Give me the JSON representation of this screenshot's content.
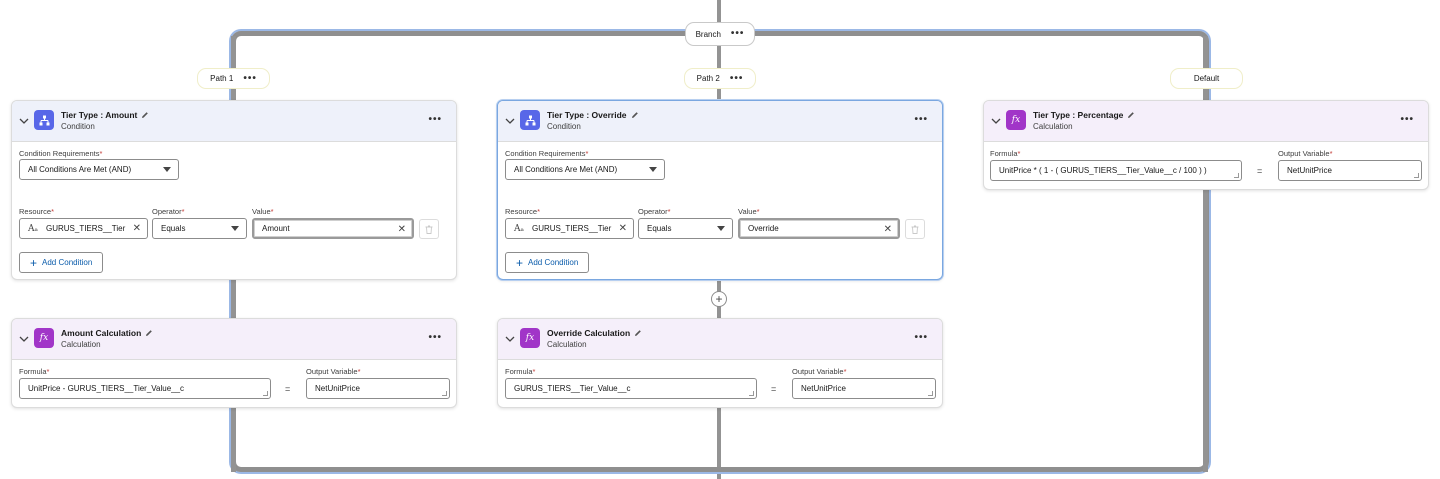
{
  "branch": {
    "label": "Branch",
    "more": "•••"
  },
  "paths": [
    {
      "label": "Path 1",
      "more": "•••"
    },
    {
      "label": "Path 2",
      "more": "•••"
    },
    {
      "label": "Default"
    }
  ],
  "nodes": {
    "amount_condition": {
      "title": "Tier Type : Amount",
      "type": "Condition",
      "requirements_label": "Condition Requirements",
      "requirements_value": "All Conditions Are Met (AND)",
      "resource_label": "Resource",
      "resource_value": "GURUS_TIERS__Tier",
      "operator_label": "Operator",
      "operator_value": "Equals",
      "value_label": "Value",
      "value_value": "Amount",
      "add_condition": "Add Condition"
    },
    "override_condition": {
      "title": "Tier Type : Override",
      "type": "Condition",
      "requirements_label": "Condition Requirements",
      "requirements_value": "All Conditions Are Met (AND)",
      "resource_label": "Resource",
      "resource_value": "GURUS_TIERS__Tier",
      "operator_label": "Operator",
      "operator_value": "Equals",
      "value_label": "Value",
      "value_value": "Override",
      "add_condition": "Add Condition"
    },
    "percentage_calc": {
      "title": "Tier Type : Percentage",
      "type": "Calculation",
      "formula_label": "Formula",
      "formula_value": "UnitPrice * ( 1 - ( GURUS_TIERS__Tier_Value__c / 100 ) )",
      "output_label": "Output Variable",
      "output_value": "NetUnitPrice"
    },
    "amount_calc": {
      "title": "Amount Calculation",
      "type": "Calculation",
      "formula_label": "Formula",
      "formula_value": "UnitPrice - GURUS_TIERS__Tier_Value__c",
      "output_label": "Output Variable",
      "output_value": "NetUnitPrice"
    },
    "override_calc": {
      "title": "Override Calculation",
      "type": "Calculation",
      "formula_label": "Formula",
      "formula_value": "GURUS_TIERS__Tier_Value__c",
      "output_label": "Output Variable",
      "output_value": "NetUnitPrice"
    }
  },
  "common": {
    "required_mark": "*",
    "equals_sign": "=",
    "more": "•••",
    "plus": "+",
    "clear": "✕",
    "res_glyph": "Aₐ"
  },
  "colors": {
    "condition_icon": "#5867e8",
    "calculation_icon": "#a135c8",
    "link": "#0b5cab",
    "required": "#c23934"
  }
}
